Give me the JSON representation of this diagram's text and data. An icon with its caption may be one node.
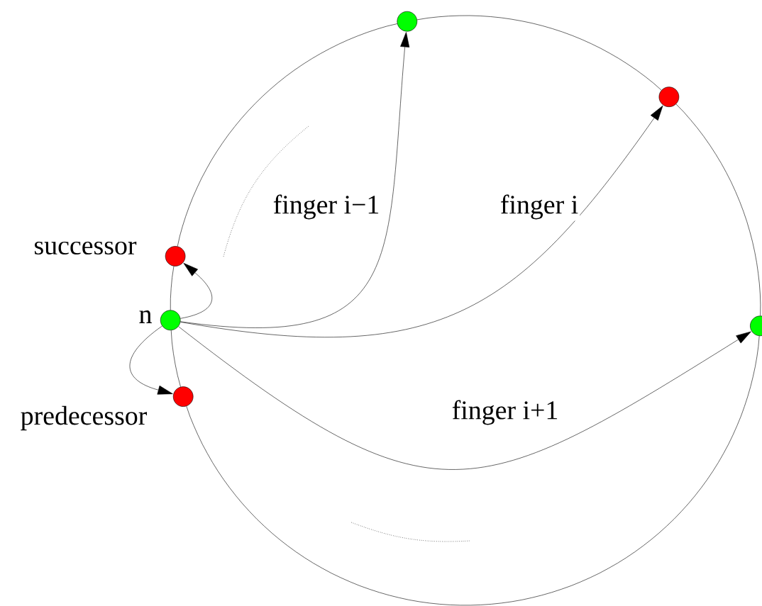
{
  "diagram": {
    "nodes": [
      {
        "text": [],
        "shape": "circle",
        "beside": [
          "n"
        ]
      },
      {
        "text": [],
        "shape": "circle",
        "beside": [
          "successor"
        ]
      },
      {
        "text": [],
        "shape": "circle",
        "beside": [
          "predecessor"
        ]
      },
      {
        "text": [],
        "shape": "circle"
      },
      {
        "text": [],
        "shape": "circle"
      },
      {
        "text": [],
        "shape": "circle"
      }
    ],
    "edges": [
      {
        "from": 0,
        "to": 1,
        "arrow": "none"
      },
      {
        "from": 0,
        "to": 2,
        "arrow": "none"
      },
      {
        "from": 1,
        "to": 3,
        "arrow": "none"
      },
      {
        "from": 3,
        "to": 4,
        "arrow": "none"
      },
      {
        "from": 4,
        "to": 5,
        "arrow": "none"
      },
      {
        "from": 5,
        "to": 2,
        "arrow": "none"
      },
      {
        "from": 0,
        "to": 1,
        "arrow": "to"
      },
      {
        "from": 0,
        "to": 2,
        "arrow": "to"
      },
      {
        "from": 0,
        "to": 3,
        "arrow": "to",
        "label": "finger i−1"
      },
      {
        "from": 0,
        "to": 4,
        "arrow": "to",
        "label": "finger i"
      },
      {
        "from": 0,
        "to": 5,
        "arrow": "to",
        "label": "finger i+1"
      }
    ]
  }
}
